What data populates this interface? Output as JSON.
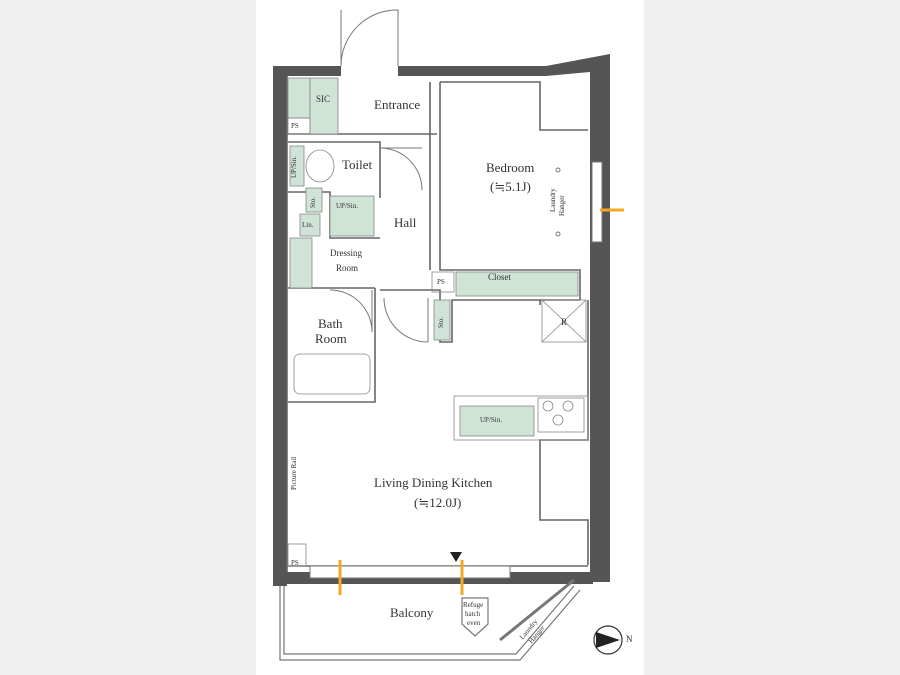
{
  "rooms": {
    "sic": "SIC",
    "entrance": "Entrance",
    "ps_entry": "PS",
    "toilet": "Toilet",
    "up_sin_toilet": "UP/Sin.",
    "sto_toilet": "Sto.",
    "up_sin_vanity": "UP/Sin.",
    "lin": "Lin.",
    "dressing": "Dressing",
    "dressing_room": "Room",
    "hall": "Hall",
    "bedroom": "Bedroom",
    "bedroom_size": "(≒5.1J)",
    "laundry_hanger_bed_1": "Laundry",
    "laundry_hanger_bed_2": "Hanger",
    "closet": "Closet",
    "ps_closet": "PS",
    "sto_hall": "Sto.",
    "refrigerator": "R",
    "bath": "Bath",
    "bath_room": "Room",
    "up_sin_kitchen": "UP/Sin.",
    "picture_rail": "Picture Rail",
    "ldk": "Living Dining Kitchen",
    "ldk_size": "(≒12.0J)",
    "ps_ldk": "PS",
    "balcony": "Balcony",
    "refuge_1": "Refuge",
    "refuge_2": "hatch",
    "refuge_3": "even",
    "laundry_hanger_balc_1": "Laundry",
    "laundry_hanger_balc_2": "Hanger",
    "north": "N"
  },
  "colors": {
    "wall": "#555555",
    "fixture_fill": "#cfe3d6",
    "line": "#666666",
    "window_accent": "#f5a623",
    "sheet": "#ffffff",
    "background": "#f0f0f0"
  }
}
